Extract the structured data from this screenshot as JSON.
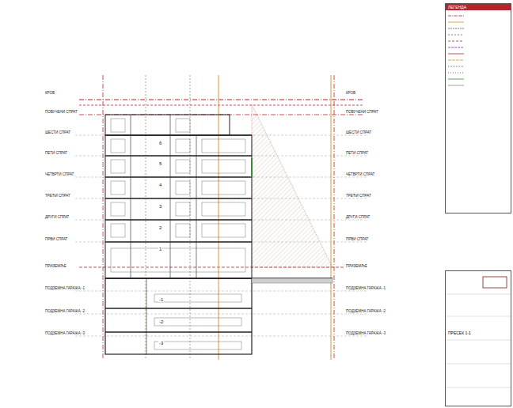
{
  "diagram": {
    "nodes": [
      {
        "text": [
          "ЛЕГЕНДА"
        ]
      },
      {
        "text": [
          "ПРЕСЕК 1-1"
        ]
      }
    ],
    "labels": [
      "КРОВ",
      "ПОВУЧЕНИ СПРАТ",
      "ШЕСТИ СПРАТ",
      "ПЕТИ СПРАТ",
      "ЧЕТВРТИ СПРАТ",
      "ТРЕЋИ СПРАТ",
      "ДРУГИ СПРАТ",
      "ПРВИ СПРАТ",
      "ПРИЗЕМЉЕ",
      "ПОДЗЕМНА ГАРАЖА -1",
      "ПОДЗЕМНА ГАРАЖА -2",
      "ПОДЗЕМНА ГАРАЖА -3",
      "КРОВ",
      "ПОВУЧЕНИ СПРАТ",
      "ШЕСТИ СПРАТ",
      "ПЕТИ СПРАТ",
      "ЧЕТВРТИ СПРАТ",
      "ТРЕЋИ СПРАТ",
      "ДРУГИ СПРАТ",
      "ПРВИ СПРАТ",
      "ПРИЗЕМЉЕ",
      "ПОДЗЕМНА ГАРАЖА -1",
      "ПОДЗЕМНА ГАРАЖА -2",
      "ПОДЗЕМНА ГАРАЖА -3",
      "6",
      "5",
      "4",
      "3",
      "2",
      "1",
      "-1",
      "-2",
      "-3"
    ]
  }
}
